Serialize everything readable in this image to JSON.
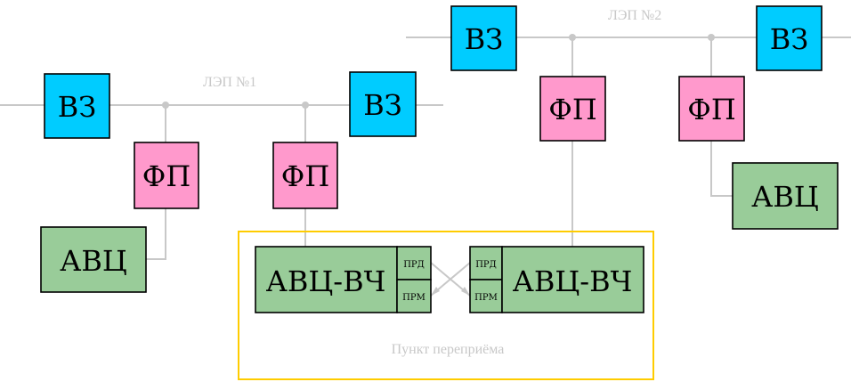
{
  "colors": {
    "vz": "#00ccff",
    "fp": "#ff99cc",
    "avc": "#99cc99",
    "wire": "#c8c8c8",
    "frame": "#ffcc00"
  },
  "lines": {
    "line1_label": "ЛЭП №1",
    "line2_label": "ЛЭП №2"
  },
  "blocks": {
    "vz": "ВЗ",
    "fp": "ФП",
    "avc": "АВЦ",
    "avc_vch": "АВЦ-ВЧ",
    "prd": "ПРД",
    "prm": "ПРМ"
  },
  "relay_point": {
    "label": "Пункт переприёма"
  }
}
